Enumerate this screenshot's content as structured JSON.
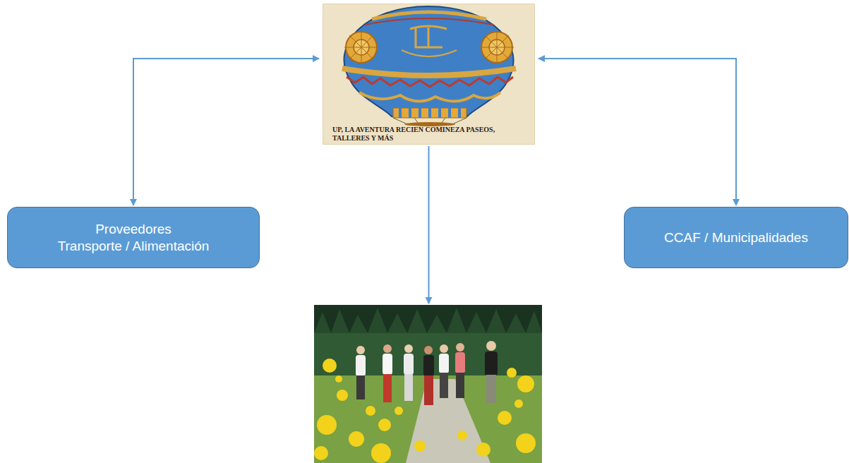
{
  "diagram": {
    "nodes": [
      {
        "text": [
          "UP, LA AVENTURA RECIEN COMINEZA PASEOS, TALLERES Y MÁS"
        ]
      },
      {
        "text": [
          "Proveedores",
          "Transporte / Alimentación"
        ]
      },
      {
        "text": [
          "CCAF / Municipalidades"
        ]
      },
      {
        "text": []
      }
    ],
    "edges": [
      {
        "from": 0,
        "to": 1,
        "arrow": "both"
      },
      {
        "from": 0,
        "to": 2,
        "arrow": "both"
      },
      {
        "from": 0,
        "to": 3,
        "arrow": "to"
      }
    ]
  }
}
